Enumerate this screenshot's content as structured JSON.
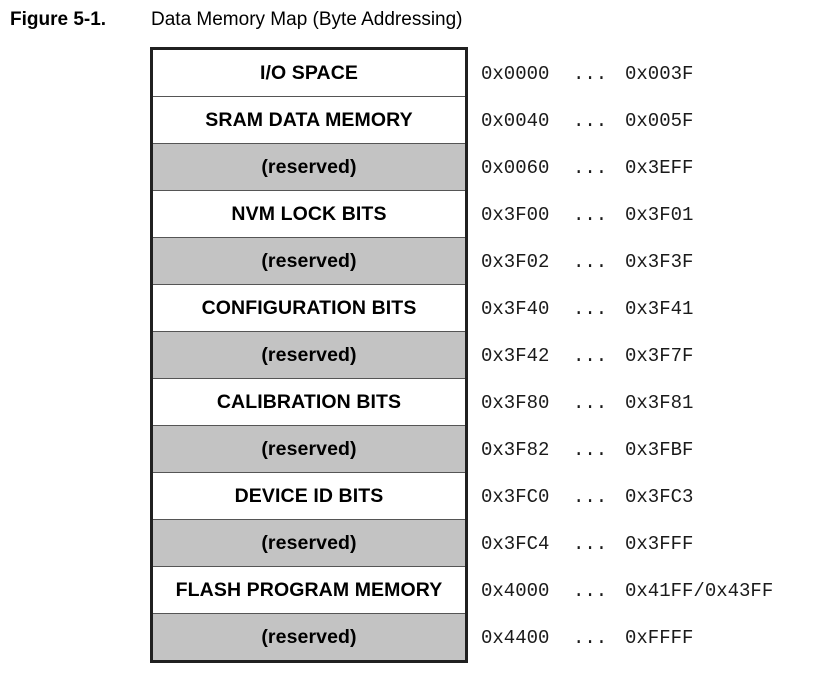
{
  "figure": {
    "label": "Figure 5-1.",
    "title": "Data Memory Map (Byte Addressing)"
  },
  "separator": "...",
  "colors": {
    "region_fill": "#ffffff",
    "reserved_fill": "#c3c3c3",
    "border": "#202020"
  },
  "regions": [
    {
      "name": "I/O SPACE",
      "start": "0x0000",
      "end": "0x003F",
      "reserved": false
    },
    {
      "name": "SRAM DATA MEMORY",
      "start": "0x0040",
      "end": "0x005F",
      "reserved": false
    },
    {
      "name": "(reserved)",
      "start": "0x0060",
      "end": "0x3EFF",
      "reserved": true
    },
    {
      "name": "NVM LOCK BITS",
      "start": "0x3F00",
      "end": "0x3F01",
      "reserved": false
    },
    {
      "name": "(reserved)",
      "start": "0x3F02",
      "end": "0x3F3F",
      "reserved": true
    },
    {
      "name": "CONFIGURATION BITS",
      "start": "0x3F40",
      "end": "0x3F41",
      "reserved": false
    },
    {
      "name": "(reserved)",
      "start": "0x3F42",
      "end": "0x3F7F",
      "reserved": true
    },
    {
      "name": "CALIBRATION BITS",
      "start": "0x3F80",
      "end": "0x3F81",
      "reserved": false
    },
    {
      "name": "(reserved)",
      "start": "0x3F82",
      "end": "0x3FBF",
      "reserved": true
    },
    {
      "name": "DEVICE ID BITS",
      "start": "0x3FC0",
      "end": "0x3FC3",
      "reserved": false
    },
    {
      "name": "(reserved)",
      "start": "0x3FC4",
      "end": "0x3FFF",
      "reserved": true
    },
    {
      "name": "FLASH PROGRAM MEMORY",
      "start": "0x4000",
      "end": "0x41FF/0x43FF",
      "reserved": false
    },
    {
      "name": "(reserved)",
      "start": "0x4400",
      "end": "0xFFFF",
      "reserved": true
    }
  ]
}
